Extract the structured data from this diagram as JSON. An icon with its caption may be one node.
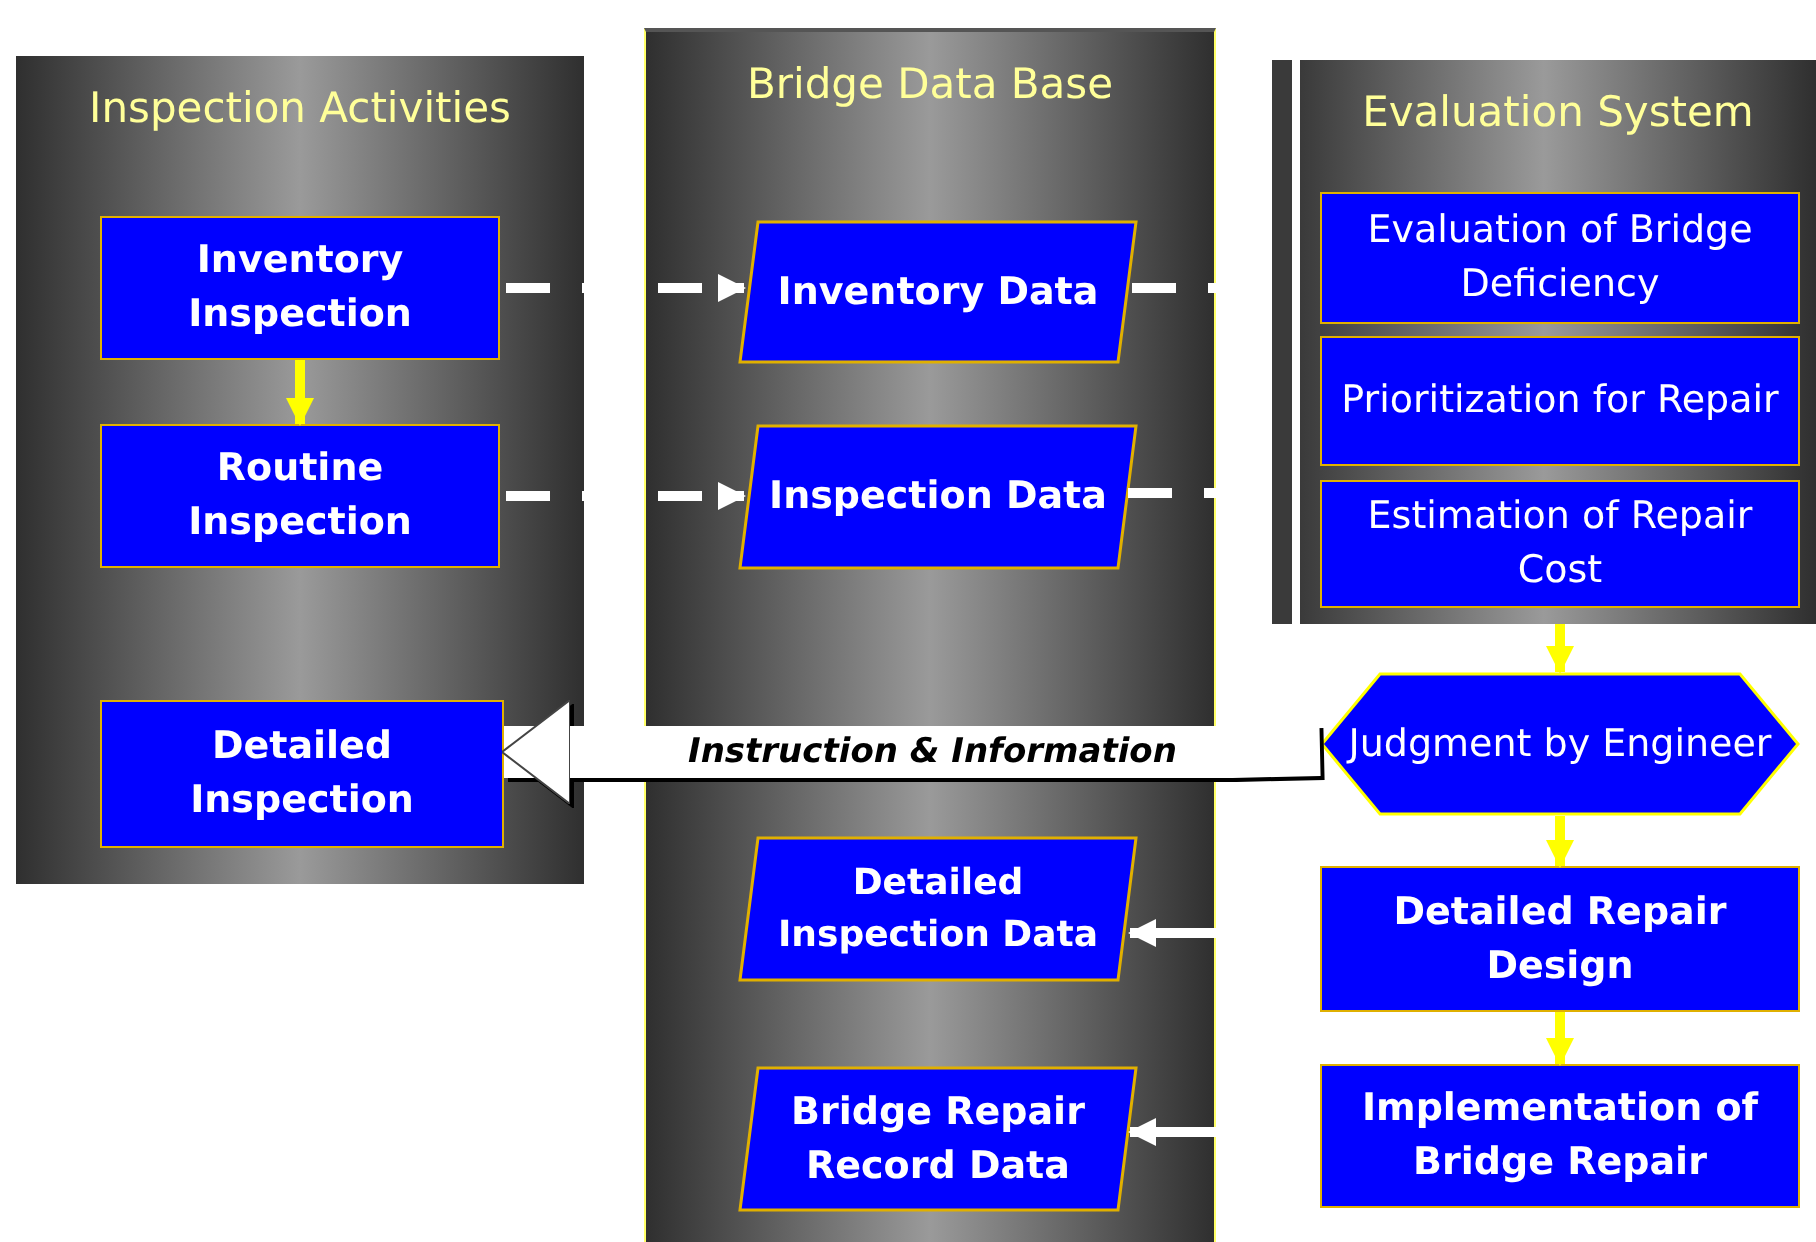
{
  "diagram": {
    "nodes": [
      {
        "text": [
          "Inspection Activities"
        ]
      },
      {
        "text": [
          "Inventory Inspection"
        ],
        "in": 0
      },
      {
        "text": [
          "Routine Inspection"
        ],
        "in": 0
      },
      {
        "text": [
          "Detailed Inspection"
        ],
        "in": 0
      },
      {
        "text": [
          "Bridge Data Base"
        ]
      },
      {
        "text": [
          "Inventory Data"
        ],
        "in": 4
      },
      {
        "text": [
          "Inspection Data"
        ],
        "in": 4
      },
      {
        "text": [
          "Detailed Inspection Data"
        ],
        "in": 4
      },
      {
        "text": [
          "Bridge Repair Record Data"
        ],
        "in": 4
      },
      {
        "text": [
          "Evaluation System"
        ]
      },
      {
        "text": [
          "Evaluation of Bridge Deficiency"
        ],
        "in": 9
      },
      {
        "text": [
          "Prioritization for Repair"
        ],
        "in": 9
      },
      {
        "text": [
          "Estimation of Repair Cost"
        ],
        "in": 9
      },
      {
        "text": [
          "Judgment by Engineer"
        ]
      },
      {
        "text": [
          "Detailed Repair Design"
        ]
      },
      {
        "text": [
          "Implementation of Bridge Repair"
        ]
      }
    ],
    "edges": [
      {
        "from": 1,
        "to": 2,
        "arrow": "to",
        "color": "#ffff00"
      },
      {
        "from": 1,
        "to": 5,
        "arrow": "to",
        "style": "dashed"
      },
      {
        "from": 2,
        "to": 6,
        "arrow": "to",
        "style": "dashed"
      },
      {
        "from": 5,
        "to": 9,
        "arrow": "none",
        "style": "dashed"
      },
      {
        "from": 6,
        "to": 9,
        "arrow": "none",
        "style": "dashed"
      },
      {
        "from": 9,
        "to": 13,
        "arrow": "to",
        "color": "#ffff00"
      },
      {
        "from": 13,
        "to": 3,
        "arrow": "to",
        "label": "Instruction & Information",
        "style": "thick"
      },
      {
        "from": 13,
        "to": 14,
        "arrow": "to",
        "color": "#ffff00"
      },
      {
        "from": 14,
        "to": 15,
        "arrow": "to",
        "color": "#ffff00"
      },
      {
        "from": 14,
        "to": 7,
        "arrow": "to"
      },
      {
        "from": 15,
        "to": 8,
        "arrow": "to"
      }
    ]
  }
}
